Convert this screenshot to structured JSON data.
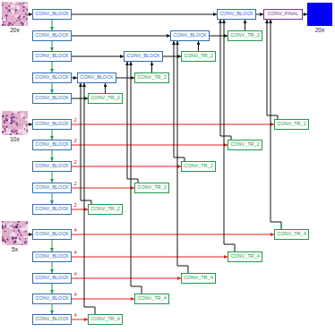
{
  "diagram": {
    "nodes": [
      {
        "text": [
          "20x"
        ]
      },
      {
        "text": [
          "CONV_BLOCK"
        ]
      },
      {
        "text": [
          "CONV_BLOCK"
        ]
      },
      {
        "text": [
          "CONV_BLOCK"
        ]
      },
      {
        "text": [
          "CONV_BLOCK"
        ]
      },
      {
        "text": [
          "CONV_BLOCK"
        ]
      },
      {
        "text": [
          "10x"
        ]
      },
      {
        "text": [
          "CONV_BLOCK"
        ]
      },
      {
        "text": [
          "CONV_BLOCK"
        ]
      },
      {
        "text": [
          "CONV_BLOCK"
        ]
      },
      {
        "text": [
          "CONV_BLOCK"
        ]
      },
      {
        "text": [
          "CONV_BLOCK"
        ]
      },
      {
        "text": [
          "5x"
        ]
      },
      {
        "text": [
          "CONV_BLOCK"
        ]
      },
      {
        "text": [
          "CONV_BLOCK"
        ]
      },
      {
        "text": [
          "CONV_BLOCK"
        ]
      },
      {
        "text": [
          "CONV_BLOCK"
        ]
      },
      {
        "text": [
          "CONV_BLOCK"
        ]
      },
      {
        "text": [
          "CONV_BLOCK"
        ]
      },
      {
        "text": [
          "CONV_FINAL"
        ]
      },
      {
        "text": [
          "20x"
        ]
      },
      {
        "text": [
          "CONV_BLOCK"
        ]
      },
      {
        "text": [
          "CONV_TR_2"
        ]
      },
      {
        "text": [
          "CONV_BLOCK"
        ]
      },
      {
        "text": [
          "CONV_TR_2"
        ]
      },
      {
        "text": [
          "CONV_BLOCK"
        ]
      },
      {
        "text": [
          "CONV_TR_2"
        ]
      },
      {
        "text": [
          "CONV_TR_2"
        ]
      },
      {
        "text": [
          "CONV_TR_2"
        ]
      },
      {
        "text": [
          "CONV_TR_2"
        ]
      },
      {
        "text": [
          "CONV_TR_2"
        ]
      },
      {
        "text": [
          "CONV_TR_2"
        ]
      },
      {
        "text": [
          "CONV_TR_2"
        ]
      },
      {
        "text": [
          "CONV_TR_4"
        ]
      },
      {
        "text": [
          "CONV_TR_4"
        ]
      },
      {
        "text": [
          "CONV_TR_4"
        ]
      },
      {
        "text": [
          "CONV_TR_4"
        ]
      },
      {
        "text": [
          "CONV_TR_4"
        ]
      }
    ],
    "edges": [
      {
        "from": 0,
        "to": 1,
        "arrow": "to"
      },
      {
        "from": 6,
        "to": 7,
        "arrow": "to"
      },
      {
        "from": 12,
        "to": 13,
        "arrow": "to"
      },
      {
        "from": 1,
        "to": 2,
        "arrow": "to"
      },
      {
        "from": 2,
        "to": 3,
        "arrow": "to"
      },
      {
        "from": 3,
        "to": 4,
        "arrow": "to"
      },
      {
        "from": 4,
        "to": 5,
        "arrow": "to"
      },
      {
        "from": 7,
        "to": 8,
        "arrow": "to"
      },
      {
        "from": 8,
        "to": 9,
        "arrow": "to"
      },
      {
        "from": 9,
        "to": 10,
        "arrow": "to"
      },
      {
        "from": 10,
        "to": 11,
        "arrow": "to"
      },
      {
        "from": 13,
        "to": 14,
        "arrow": "to"
      },
      {
        "from": 14,
        "to": 15,
        "arrow": "to"
      },
      {
        "from": 15,
        "to": 16,
        "arrow": "to"
      },
      {
        "from": 16,
        "to": 17,
        "arrow": "to"
      },
      {
        "from": 1,
        "to": 18,
        "arrow": "to"
      },
      {
        "from": 2,
        "to": 21,
        "arrow": "to"
      },
      {
        "from": 3,
        "to": 23,
        "arrow": "to"
      },
      {
        "from": 4,
        "to": 25,
        "arrow": "to"
      },
      {
        "from": 5,
        "to": 27,
        "arrow": "to"
      },
      {
        "from": 25,
        "to": 26,
        "arrow": "to"
      },
      {
        "from": 23,
        "to": 24,
        "arrow": "to"
      },
      {
        "from": 21,
        "to": 22,
        "arrow": "to"
      },
      {
        "from": 18,
        "to": 19,
        "arrow": "to"
      },
      {
        "from": 19,
        "to": 20,
        "arrow": "to"
      },
      {
        "from": 27,
        "to": 25,
        "arrow": "to"
      },
      {
        "from": 26,
        "to": 23,
        "arrow": "to"
      },
      {
        "from": 24,
        "to": 21,
        "arrow": "to"
      },
      {
        "from": 22,
        "to": 18,
        "arrow": "to"
      },
      {
        "from": 7,
        "to": 28,
        "label": "2",
        "arrow": "to"
      },
      {
        "from": 8,
        "to": 29,
        "label": "2",
        "arrow": "to"
      },
      {
        "from": 9,
        "to": 30,
        "label": "2",
        "arrow": "to"
      },
      {
        "from": 10,
        "to": 31,
        "label": "2",
        "arrow": "to"
      },
      {
        "from": 11,
        "to": 32,
        "label": "2",
        "arrow": "to"
      },
      {
        "from": 13,
        "to": 33,
        "label": "4",
        "arrow": "to"
      },
      {
        "from": 14,
        "to": 34,
        "label": "4",
        "arrow": "to"
      },
      {
        "from": 15,
        "to": 35,
        "label": "4",
        "arrow": "to"
      },
      {
        "from": 16,
        "to": 36,
        "label": "4",
        "arrow": "to"
      },
      {
        "from": 17,
        "to": 37,
        "label": "4",
        "arrow": "to"
      },
      {
        "from": 28,
        "to": 19,
        "arrow": "to"
      },
      {
        "from": 29,
        "to": 18,
        "arrow": "to"
      },
      {
        "from": 30,
        "to": 21,
        "arrow": "to"
      },
      {
        "from": 31,
        "to": 23,
        "arrow": "to"
      },
      {
        "from": 32,
        "to": 25,
        "arrow": "to"
      },
      {
        "from": 33,
        "to": 19,
        "arrow": "to"
      },
      {
        "from": 34,
        "to": 18,
        "arrow": "to"
      },
      {
        "from": 35,
        "to": 21,
        "arrow": "to"
      },
      {
        "from": 36,
        "to": 23,
        "arrow": "to"
      },
      {
        "from": 37,
        "to": 25,
        "arrow": "to"
      }
    ]
  }
}
